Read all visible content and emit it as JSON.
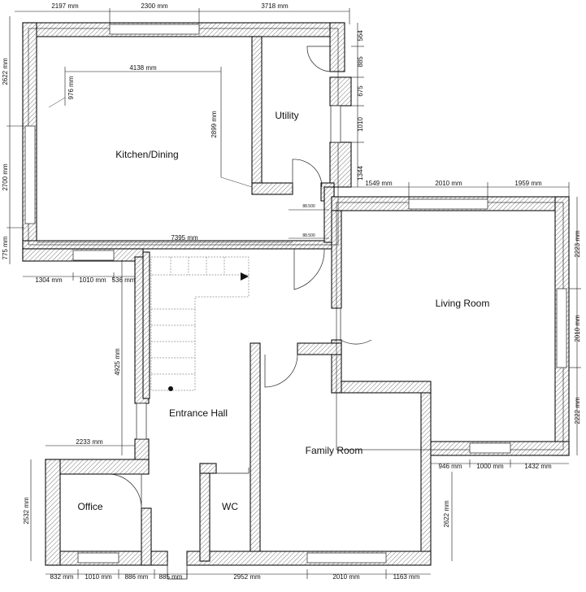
{
  "rooms": {
    "kitchen": "Kitchen/Dining",
    "utility": "Utility",
    "living": "Living Room",
    "entrance": "Entrance Hall",
    "family": "Family Room",
    "office": "Office",
    "wc": "WC"
  },
  "dims": {
    "top_1": "2197 mm",
    "top_2": "2300 mm",
    "top_3": "3718 mm",
    "kitchen_width": "4138 mm",
    "kitchen_diag": "976 mm",
    "kitchen_height": "2899 mm",
    "left_1": "2622 mm",
    "left_2": "2700 mm",
    "left_3": "775 mm",
    "right_1": "564",
    "right_2": "885",
    "right_3": "675",
    "right_4": "1010",
    "right_5": "1344",
    "mid_1": "1549 mm",
    "mid_2": "2010 mm",
    "mid_3": "1959 mm",
    "util_small_1": "88.500",
    "util_small_2": "88.500",
    "kitchen_bottom": "7395 mm",
    "sub_1": "1304 mm",
    "sub_2": "1010 mm",
    "sub_3": "536 mm",
    "hall_height": "4925 mm",
    "living_r1": "2223 mm",
    "living_r2": "2010 mm",
    "living_r3": "2222 mm",
    "office_w": "2233 mm",
    "office_h": "2532 mm",
    "lr_b1": "946 mm",
    "lr_b2": "1000 mm",
    "lr_b3": "1432 mm",
    "family_h": "2622 mm",
    "bot_1": "832 mm",
    "bot_2": "1010 mm",
    "bot_3": "886 mm",
    "bot_4": "885 mm",
    "bot_5": "2952 mm",
    "bot_6": "2010 mm",
    "bot_7": "1163 mm"
  }
}
